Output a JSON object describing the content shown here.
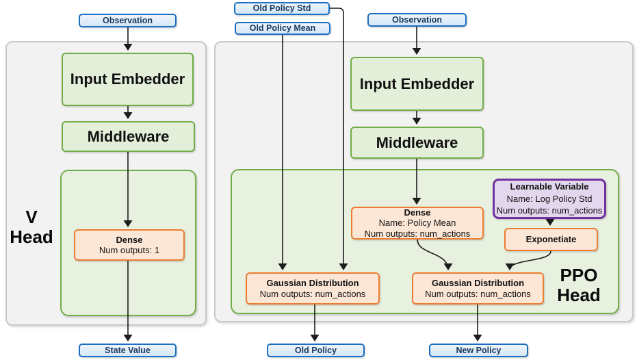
{
  "colors": {
    "blue_fill_top": "#eef5fc",
    "blue_fill_bottom": "#d5e7f6",
    "blue_border": "#1b6ec2",
    "blue_text": "#17375e",
    "green_fill": "#e4efda",
    "green_border": "#70ad47",
    "container_fill": "#e8f1e0",
    "orange_fill": "#fce6d5",
    "orange_border": "#ed7d31",
    "purple_fill": "#e3d7ee",
    "purple_border": "#7030a0",
    "panel_fill": "#f2f2f2",
    "panel_border": "#c9c9c9",
    "connector": "#1c1c1c"
  },
  "v_head": {
    "panel_label_line1": "V",
    "panel_label_line2": "Head",
    "observation": "Observation",
    "input_embedder": "Input Embedder",
    "middleware": "Middleware",
    "dense": {
      "title": "Dense",
      "detail1": "Num outputs: 1"
    },
    "state_value": "State Value"
  },
  "ppo_head": {
    "panel_label_line1": "PPO",
    "panel_label_line2": "Head",
    "inputs": {
      "old_policy_std": "Old Policy Std",
      "old_policy_mean": "Old Policy Mean",
      "observation": "Observation"
    },
    "input_embedder": "Input Embedder",
    "middleware": "Middleware",
    "dense_policy_mean": {
      "title": "Dense",
      "detail1": "Name: Policy Mean",
      "detail2": "Num outputs: num_actions"
    },
    "learnable_variable": {
      "title": "Learnable Variable",
      "detail1": "Name: Log Policy Std",
      "detail2": "Num outputs: num_actions"
    },
    "exponetiate": "Exponetiate",
    "gaussian_old": {
      "title": "Gaussian Distribution",
      "detail1": "Num outputs: num_actions"
    },
    "gaussian_new": {
      "title": "Gaussian Distribution",
      "detail1": "Num outputs: num_actions"
    },
    "outputs": {
      "old_policy": "Old Policy",
      "new_policy": "New Policy"
    }
  }
}
